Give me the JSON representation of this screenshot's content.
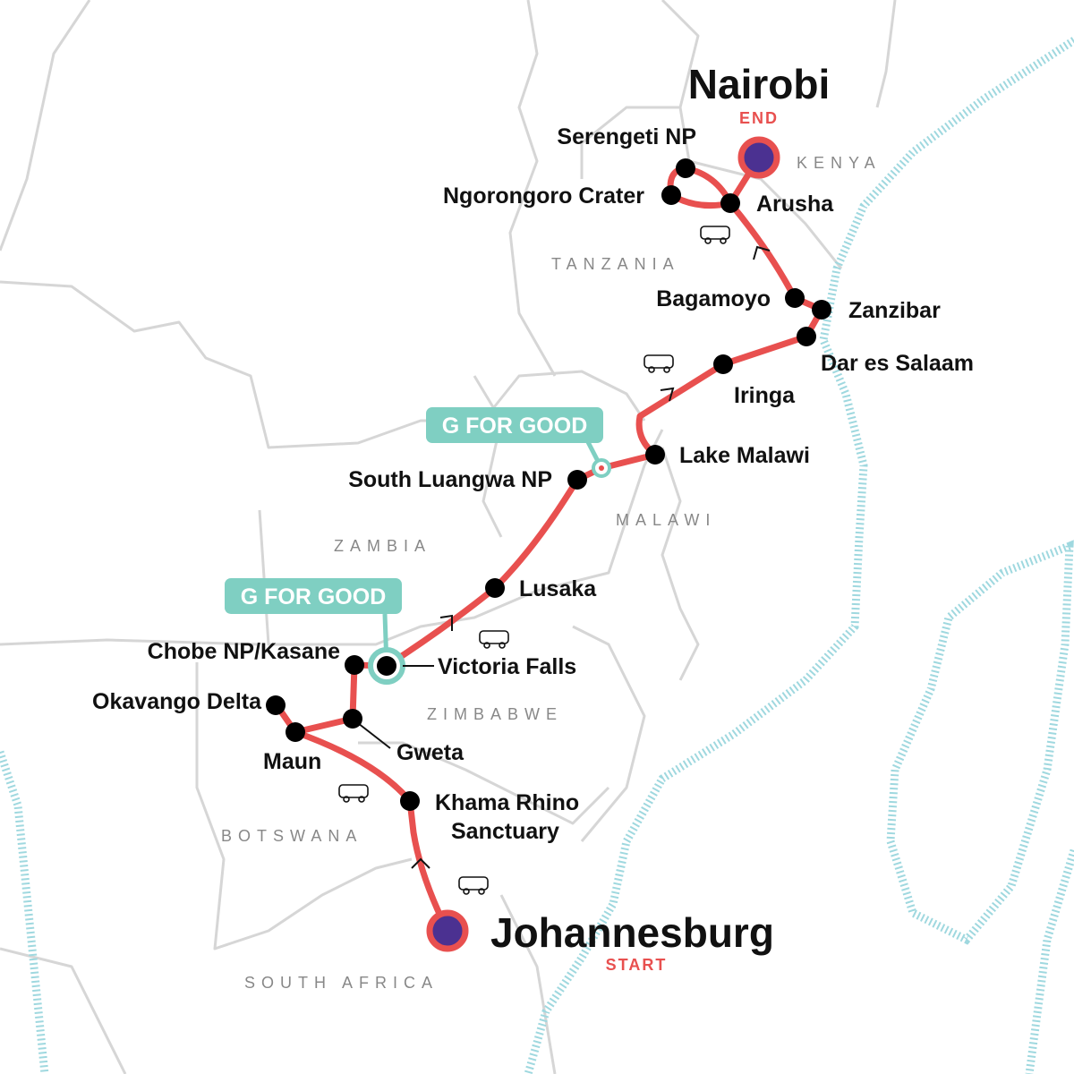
{
  "map": {
    "start": {
      "name": "Johannesburg",
      "tag": "START"
    },
    "end": {
      "name": "Nairobi",
      "tag": "END"
    },
    "stops": [
      {
        "name": "Khama Rhino"
      },
      {
        "name": "Sanctuary"
      },
      {
        "name": "Maun"
      },
      {
        "name": "Okavango Delta"
      },
      {
        "name": "Gweta"
      },
      {
        "name": "Chobe NP/Kasane"
      },
      {
        "name": "Victoria Falls"
      },
      {
        "name": "Lusaka"
      },
      {
        "name": "South Luangwa NP"
      },
      {
        "name": "Lake Malawi"
      },
      {
        "name": "Iringa"
      },
      {
        "name": "Dar es Salaam"
      },
      {
        "name": "Zanzibar"
      },
      {
        "name": "Bagamoyo"
      },
      {
        "name": "Arusha"
      },
      {
        "name": "Ngorongoro Crater"
      },
      {
        "name": "Serengeti NP"
      }
    ],
    "countries": [
      "KENYA",
      "TANZANIA",
      "MALAWI",
      "ZAMBIA",
      "ZIMBABWE",
      "BOTSWANA",
      "SOUTH AFRICA"
    ],
    "badges": [
      "G FOR GOOD",
      "G FOR GOOD"
    ],
    "transport_icon": "bus-icon",
    "colors": {
      "route": "#e8504f",
      "endpoint": "#4b3191",
      "g_for_good": "#7fcfc2",
      "coast": "#9fd8df",
      "border": "#d6d6d6"
    }
  }
}
